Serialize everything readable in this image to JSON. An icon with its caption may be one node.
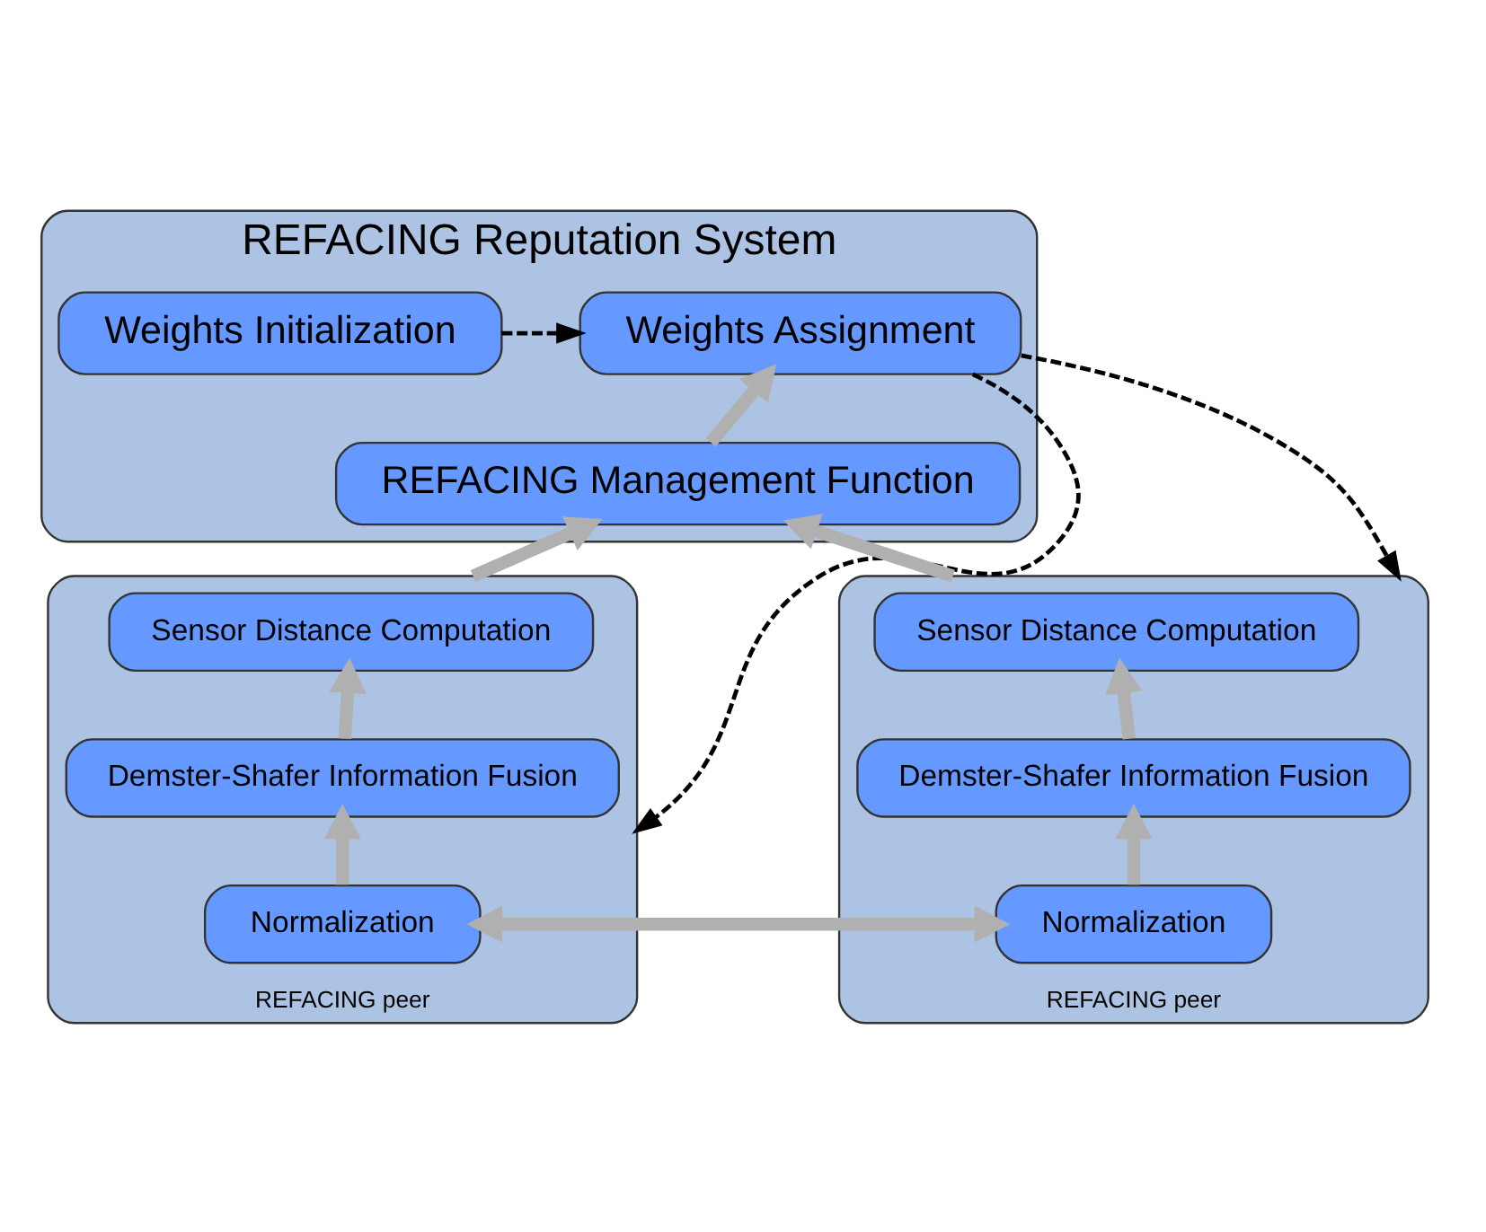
{
  "diagram": {
    "nodes": [
      {
        "text": [
          "REFACING Reputation System"
        ]
      },
      {
        "text": [
          "Weights Assignment"
        ],
        "in": 0
      },
      {
        "text": [
          "Weights Initialization"
        ],
        "in": 0
      },
      {
        "text": [
          "REFACING Management Function"
        ],
        "in": 0
      },
      {
        "text": [
          "REFACING peer"
        ]
      },
      {
        "text": [
          "Sensor Distance Computation"
        ],
        "in": 4
      },
      {
        "text": [
          "Demster-Shafer Information Fusion"
        ],
        "in": 4
      },
      {
        "text": [
          "Normalization"
        ],
        "in": 4
      },
      {
        "text": [
          "REFACING peer"
        ]
      },
      {
        "text": [
          "Sensor Distance Computation"
        ],
        "in": 8
      },
      {
        "text": [
          "Demster-Shafer Information Fusion"
        ],
        "in": 8
      },
      {
        "text": [
          "Normalization"
        ],
        "in": 8
      }
    ],
    "edges": [
      {
        "from": 2,
        "to": 1,
        "arrow": "to",
        "style": "dashed",
        "color": "#000000"
      },
      {
        "from": 3,
        "to": 1,
        "arrow": "to"
      },
      {
        "from": 4,
        "to": 3,
        "arrow": "to"
      },
      {
        "from": 8,
        "to": 3,
        "arrow": "to"
      },
      {
        "from": 6,
        "to": 5,
        "arrow": "to"
      },
      {
        "from": 7,
        "to": 6,
        "arrow": "to"
      },
      {
        "from": 10,
        "to": 9,
        "arrow": "to"
      },
      {
        "from": 11,
        "to": 10,
        "arrow": "to"
      },
      {
        "from": 7,
        "to": 11,
        "arrow": "both"
      },
      {
        "from": 1,
        "to": 4,
        "arrow": "to",
        "style": "dashed",
        "color": "#000000"
      },
      {
        "from": 1,
        "to": 8,
        "arrow": "to",
        "style": "dashed",
        "color": "#000000"
      }
    ]
  }
}
